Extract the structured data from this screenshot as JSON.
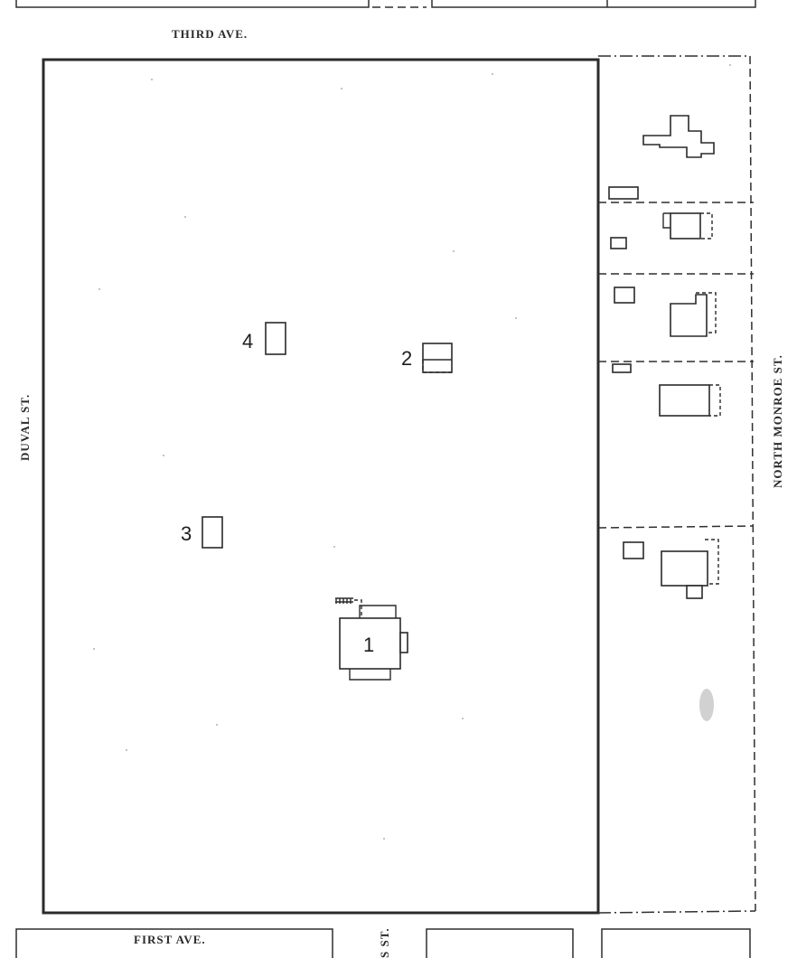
{
  "streets": {
    "north": "THIRD AVE.",
    "south": "FIRST AVE.",
    "west": "DUVAL ST.",
    "east": "NORTH MONROE ST.",
    "south_cross_fragment": "S ST."
  },
  "building_numbers": {
    "b1": "1",
    "b2": "2",
    "b3": "3",
    "b4": "4"
  },
  "colors": {
    "ink": "#2b2b2b",
    "paper": "#ffffff"
  }
}
